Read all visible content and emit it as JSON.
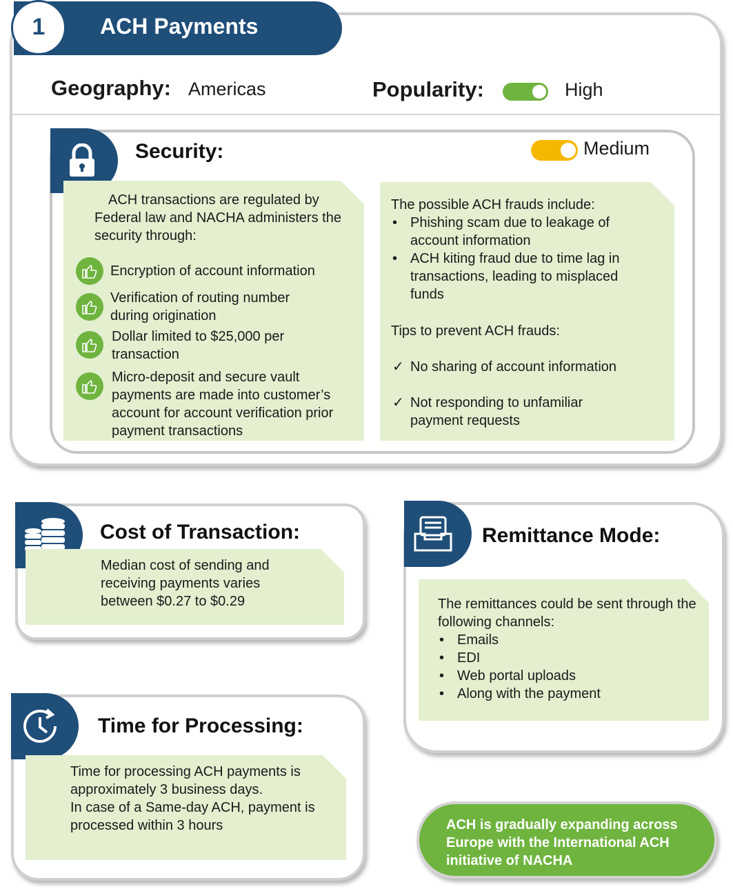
{
  "header": {
    "number": "1",
    "title": "ACH Payments",
    "geography_label": "Geography:",
    "geography_value": "Americas",
    "popularity_label": "Popularity:",
    "popularity_value": "High"
  },
  "security": {
    "title": "Security:",
    "level": "Medium",
    "intro": "ACH transactions are regulated by Federal law and NACHA administers the security through:",
    "points": [
      "Encryption of account information",
      "Verification of routing number during origination",
      "Dollar limited to $25,000 per transaction",
      "Micro-deposit and secure vault payments are made into customer’s account for account verification prior payment transactions"
    ],
    "frauds_title": "The possible ACH frauds include:",
    "frauds": [
      "Phishing scam due to leakage of account information",
      "ACH kiting fraud due to time lag in transactions, leading to misplaced funds"
    ],
    "tips_title": "Tips to prevent ACH frauds:",
    "tips": [
      "No sharing of account information",
      "Not responding to unfamiliar payment requests"
    ]
  },
  "cost": {
    "title": "Cost of Transaction:",
    "text": "Median cost of sending and receiving payments varies between $0.27 to $0.29"
  },
  "remittance": {
    "title": "Remittance Mode:",
    "intro": "The remittances could be sent through the following channels:",
    "channels": [
      "Emails",
      "EDI",
      "Web portal uploads",
      "Along with the payment"
    ]
  },
  "processing": {
    "title": "Time for Processing:",
    "line1": "Time for processing ACH payments is approximately 3 business days.",
    "line2": "In case of a Same-day ACH, payment is processed within 3 hours"
  },
  "callout": {
    "text": "ACH is gradually expanding across Europe with the International ACH initiative of NACHA"
  },
  "colors": {
    "navy": "#1f4e79",
    "panel_green": "#e3efcf",
    "accent_green": "#6fb43f",
    "toggle_high": "#6fb43f",
    "toggle_medium": "#f5b800"
  }
}
